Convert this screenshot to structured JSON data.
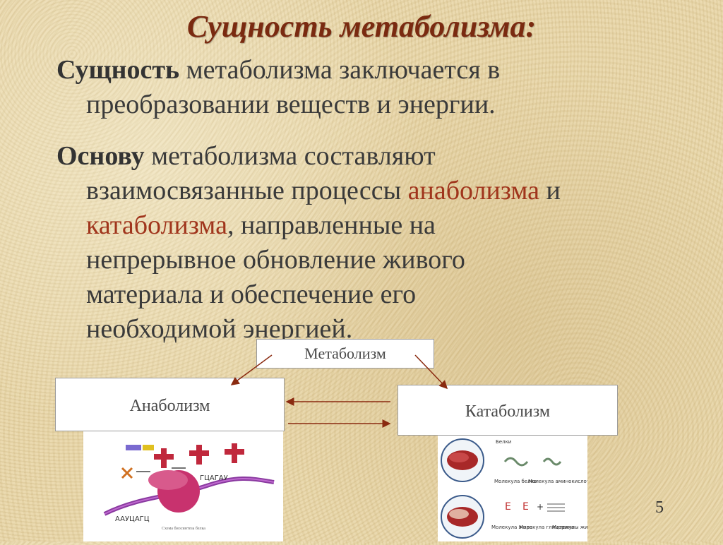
{
  "slide": {
    "title": "Сущность метаболизма:",
    "page_number": "5"
  },
  "para1": {
    "lead": "Сущность",
    "line1_rest": "метаболизма заключается в",
    "line2": "преобразовании веществ и энергии."
  },
  "para2": {
    "lead": "Основу",
    "line1_rest": "метаболизма составляют",
    "line2_a": "взаимосвязанные процессы ",
    "line2_red": "анаболизма",
    "line2_b": " и",
    "line3_red": "катаболизма",
    "line3_b": ", направленные на",
    "line4": "непрерывное обновление живого",
    "line5": "материала и обеспечение его",
    "line6": "необходимой энергией."
  },
  "diagram": {
    "metabolism": "Метаболизм",
    "anabolism": "Анаболизм",
    "catabolism": "Катаболизм"
  },
  "illustration_catabolism": {
    "label_proteins": "Белки",
    "label_protein_molecule": "Молекула белка",
    "label_amino_molecule": "Молекула аминокислот",
    "label_fat_molecule": "Молекула жира",
    "label_glycerol_molecule": "Молекула глицерина",
    "label_fatty_acid_molecules": "Молекулы жирных кислот"
  },
  "illustration_anabolism": {
    "caption": "Схема биосинтеза белка"
  },
  "colors": {
    "title": "#7a2a10",
    "accent_red": "#a0351c",
    "text": "#3a3a3a"
  }
}
